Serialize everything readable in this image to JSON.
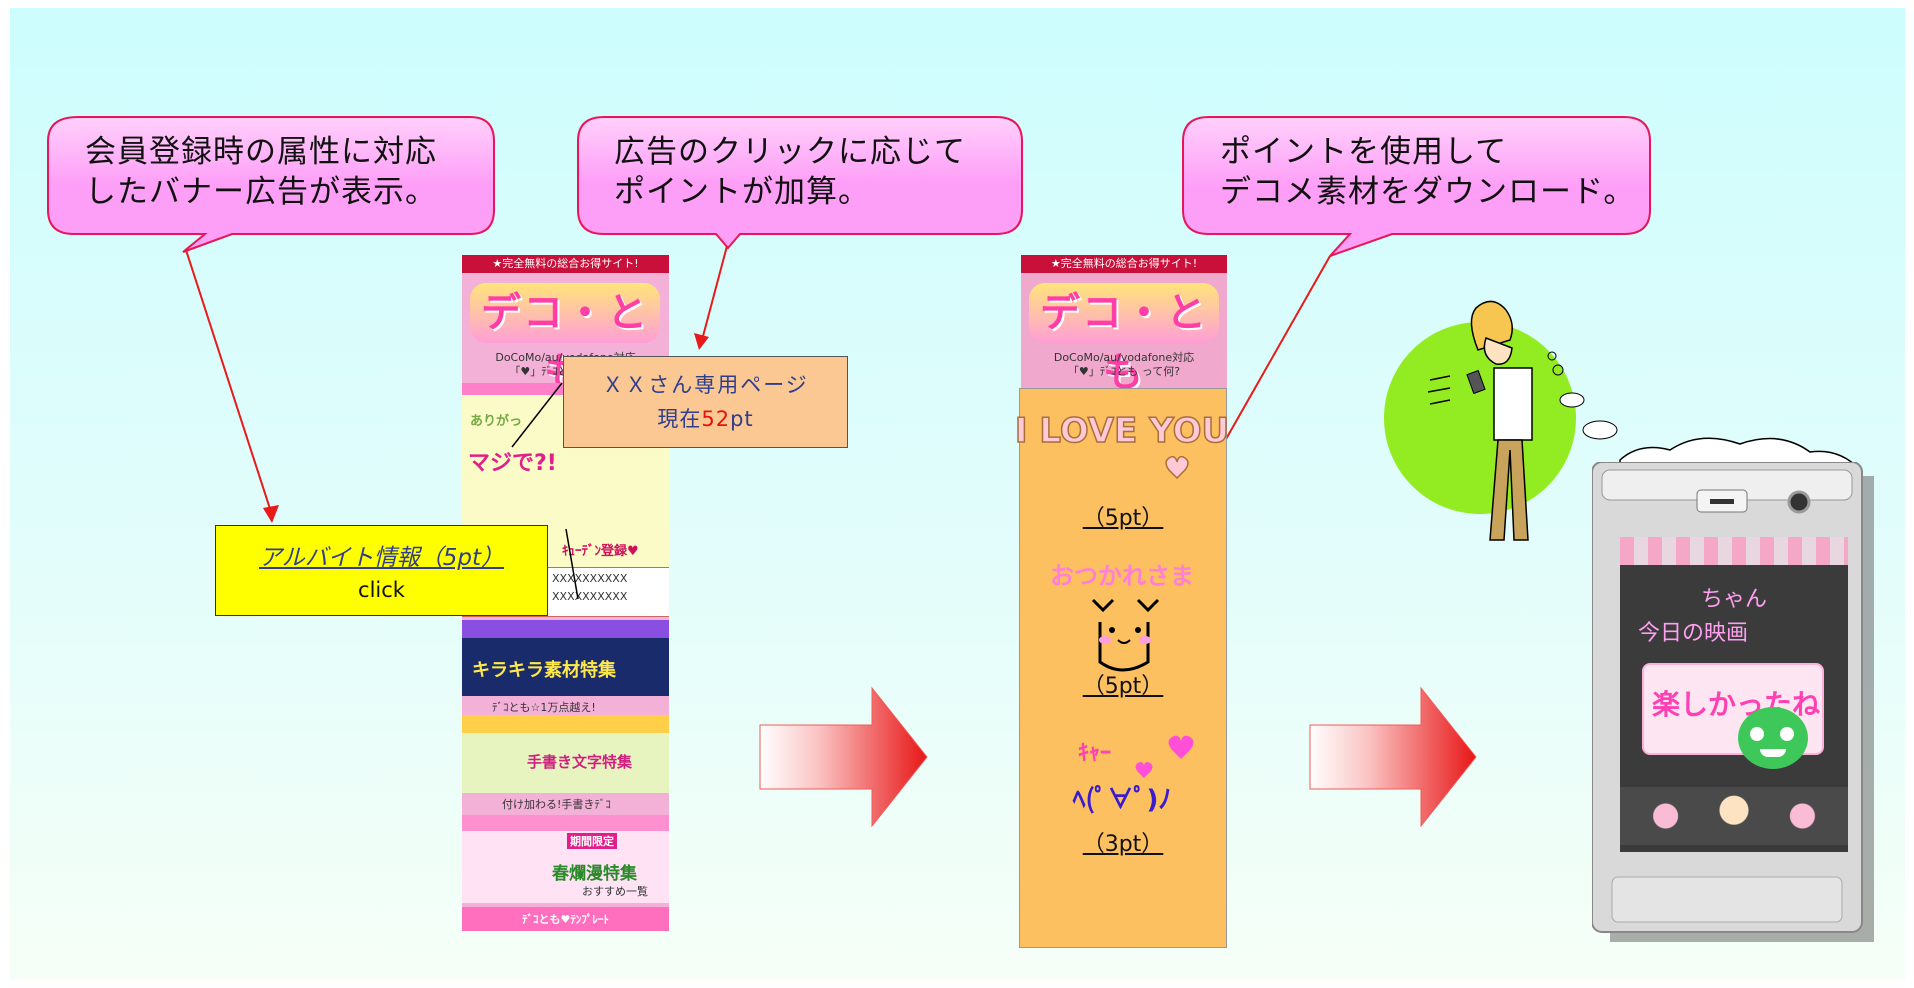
{
  "bubbles": {
    "b1": {
      "line1": "会員登録時の属性に対応",
      "line2": "したバナー広告が表示。"
    },
    "b2": {
      "line1": "広告のクリックに応じて",
      "line2": "ポイントが加算。"
    },
    "b3": {
      "line1": "ポイントを使用して",
      "line2": "デコメ素材をダウンロード。"
    }
  },
  "user_page_box": {
    "line1": "ＸＸさん専用ページ",
    "line2_prefix": "現在",
    "points": "52",
    "line2_suffix": "pt"
  },
  "ad_box": {
    "link": "アルバイト情報（5pt）",
    "action": "click"
  },
  "deco_site": {
    "header": "★完全無料の総合お得サイト!",
    "logo": "デコ・とも",
    "subtitle": "DoCoMo/au/vodafone対応",
    "question": "「♥」ﾃﾞｺとも って何?",
    "ad_text_1": "ありがっ",
    "ad_text_2": "マジで?!",
    "ad_text_3": "ｷｭｰﾃﾞﾝ登録♥",
    "xx1": "XXXXXXXXXX",
    "xx2": "XXXXXXXXXX",
    "feature1": "キラキラ素材特集",
    "feature1_sub": "ﾃﾞｺとも☆1万点越え!",
    "feature2": "手書き文字特集",
    "feature2_sub": "付け加わる!手書きﾃﾞｺ",
    "feature3_tag": "期間限定",
    "feature3": "春爛漫特集",
    "feature3_sub": "おすすめ一覧",
    "footer": "ﾃﾞｺとも♥ﾃﾝﾌﾟﾚｰﾄ"
  },
  "materials": [
    {
      "art": "I LOVE YOU",
      "price": "（5pt）"
    },
    {
      "art": "おつかれさま",
      "price": "（5pt）"
    },
    {
      "art": "ｷｬｰ",
      "price": "（3pt）"
    }
  ],
  "phone_screen": {
    "line1": "ちゃん",
    "line2": "今日の映画",
    "stamp": "楽しかったね"
  },
  "colors": {
    "bubble": "#fe9ff7",
    "bubble_border": "#e8155a",
    "arrow": "#e81a1a",
    "points": "#e8120c",
    "box_text": "#2f3e8c",
    "orange_panel": "#fdc060",
    "yellow_box": "#ffff00"
  }
}
